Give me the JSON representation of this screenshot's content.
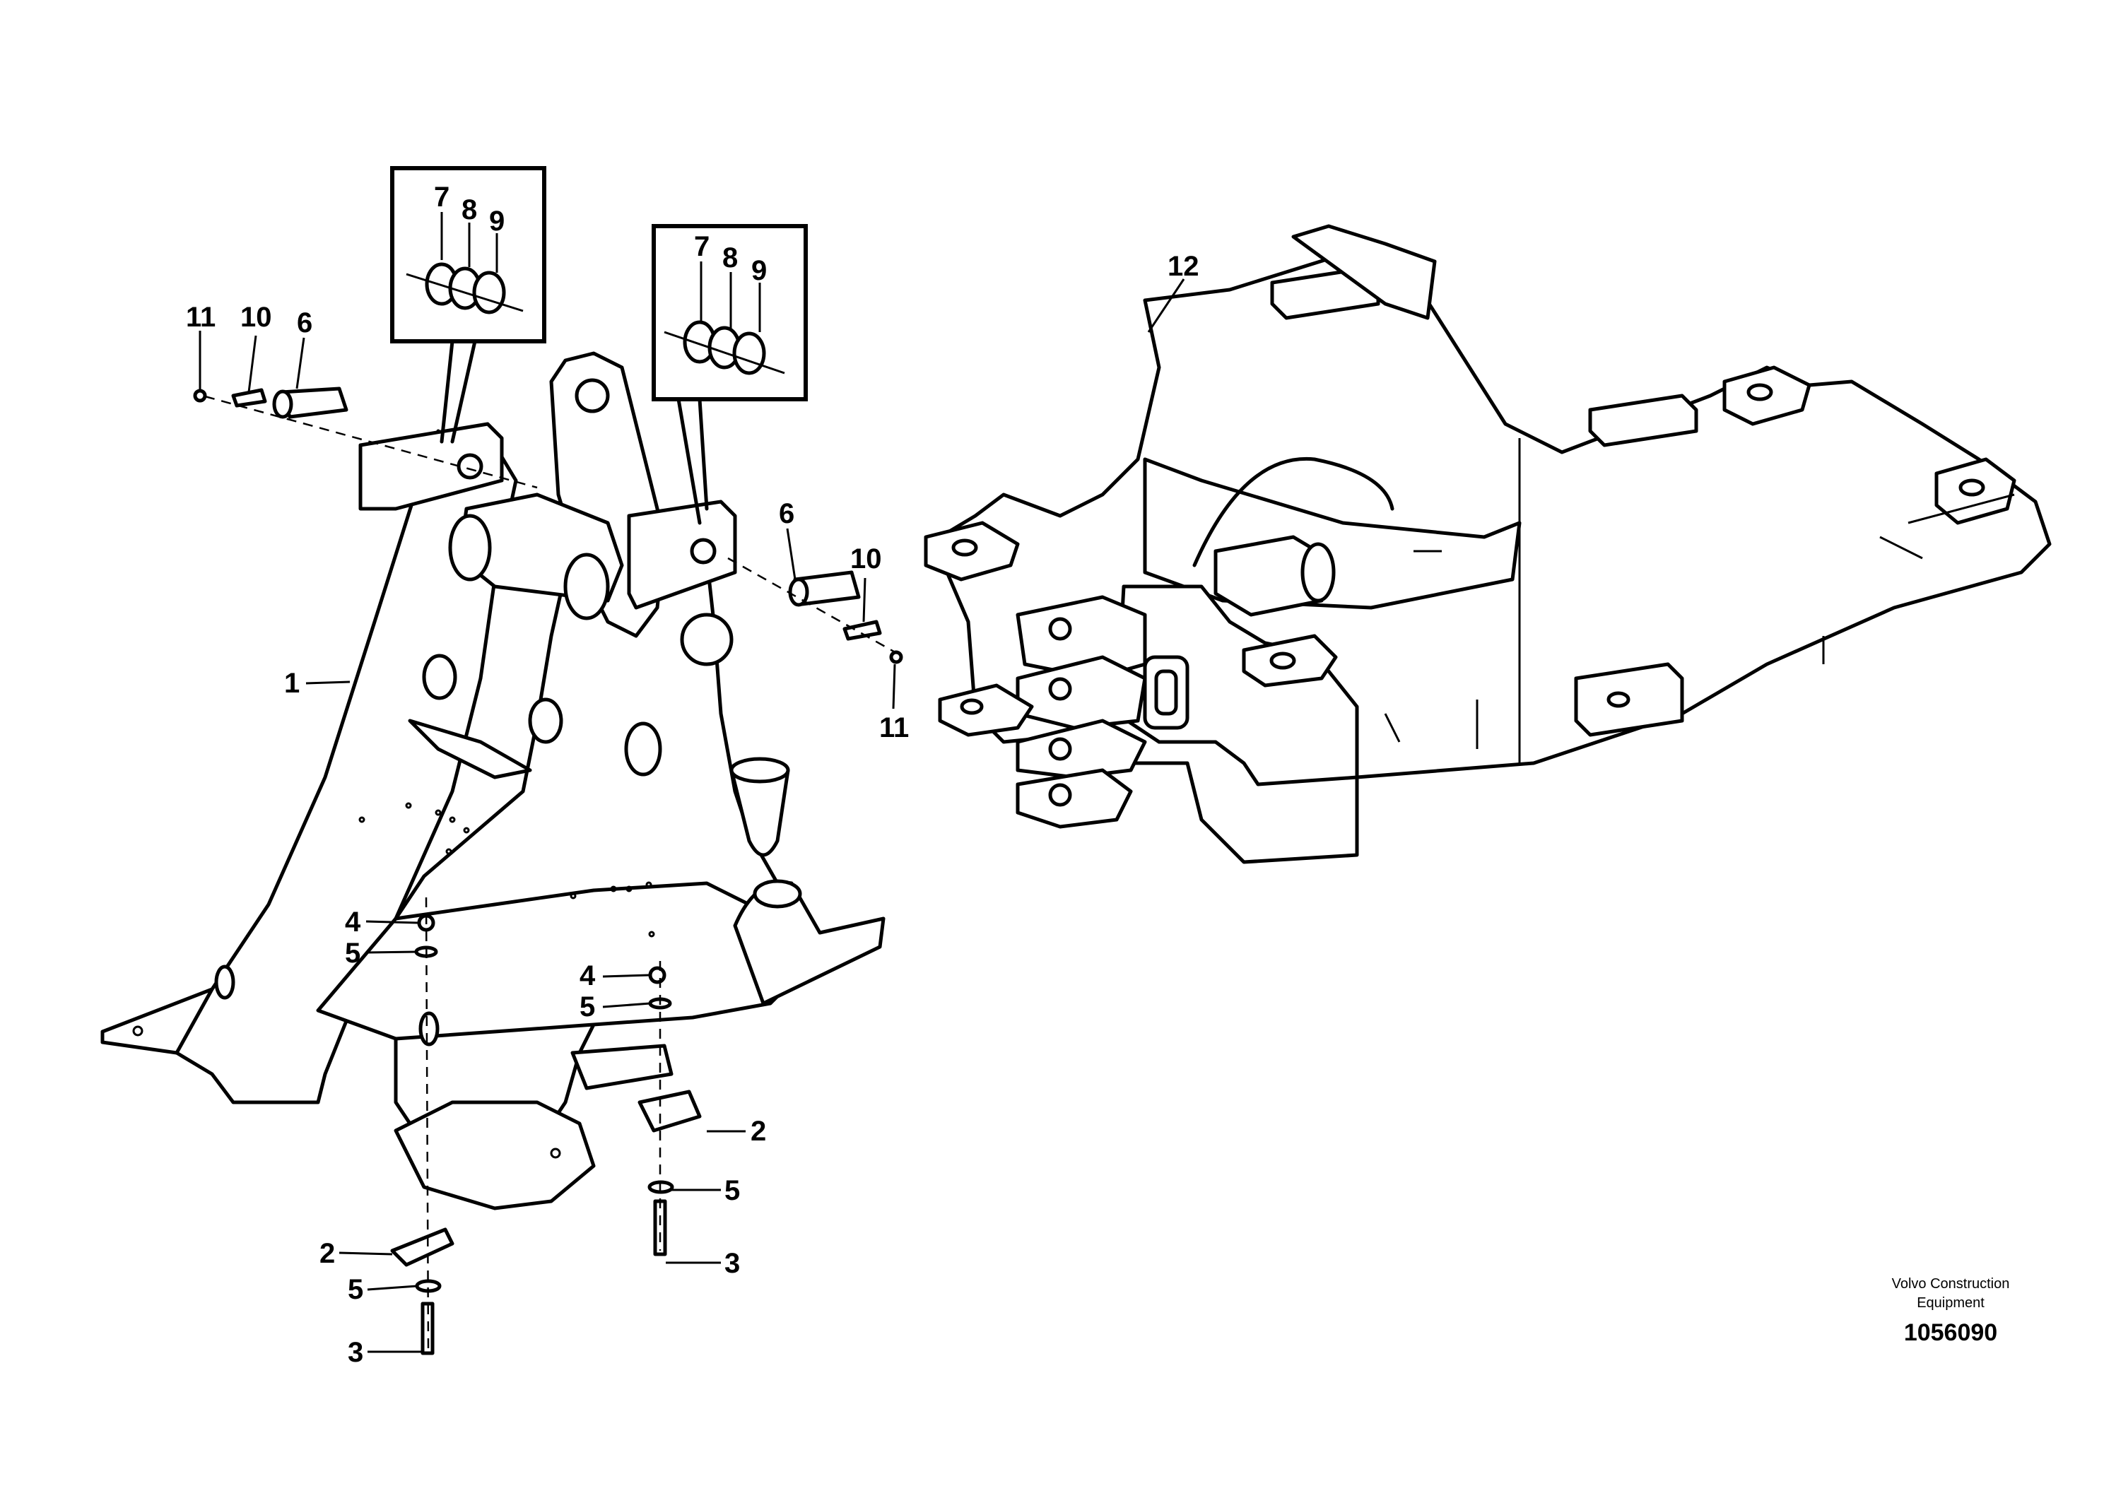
{
  "callouts": {
    "c1": "1",
    "c2a": "2",
    "c2b": "2",
    "c3a": "3",
    "c3b": "3",
    "c4a": "4",
    "c4b": "4",
    "c5a": "5",
    "c5b": "5",
    "c5c": "5",
    "c5d": "5",
    "c6a": "6",
    "c6b": "6",
    "c7a": "7",
    "c7b": "7",
    "c8a": "8",
    "c8b": "8",
    "c9a": "9",
    "c9b": "9",
    "c10a": "10",
    "c10b": "10",
    "c11a": "11",
    "c11b": "11",
    "c12": "12"
  },
  "caption": {
    "line1": "Volvo Construction",
    "line2": "Equipment",
    "ref": "1056090"
  }
}
